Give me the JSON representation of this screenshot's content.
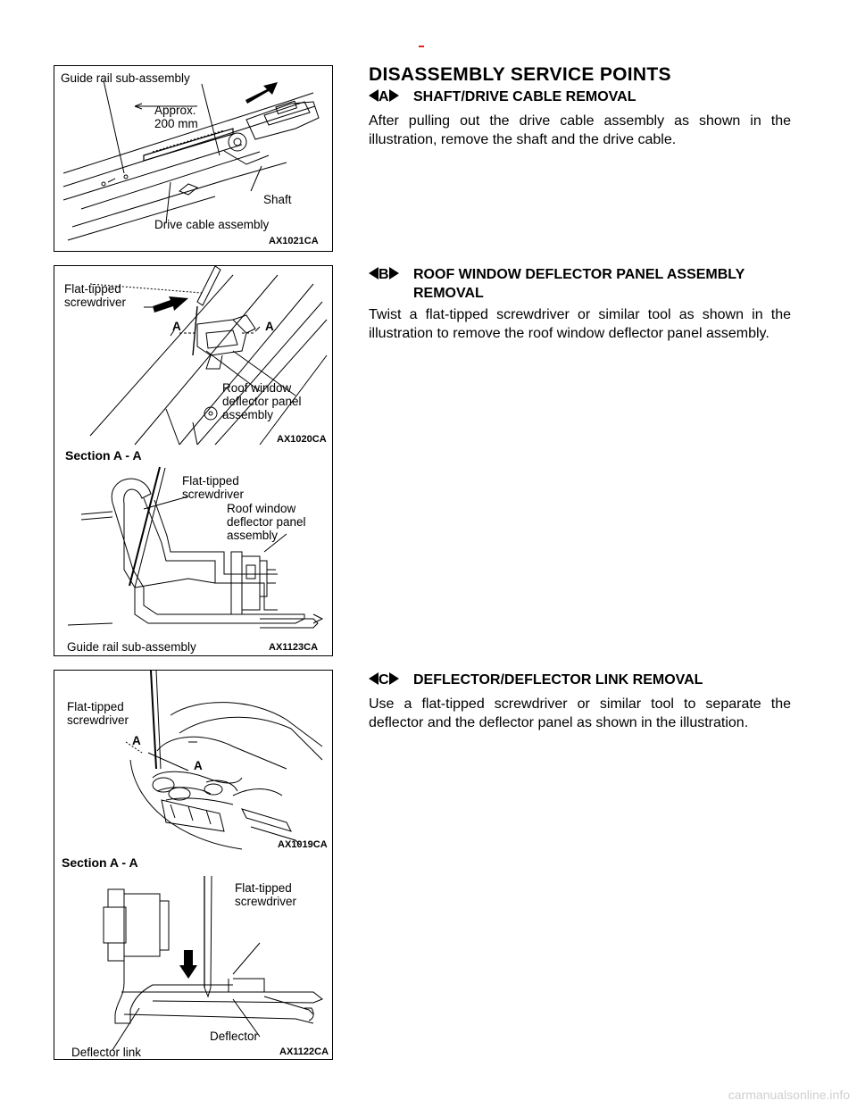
{
  "fig1": {
    "label_guide_rail": "Guide rail sub-assembly",
    "label_approx": "Approx.\n200 mm",
    "label_shaft": "Shaft",
    "label_drive_cable": "Drive cable assembly",
    "code": "AX1021CA"
  },
  "fig2": {
    "label_screwdriver": "Flat-tipped\nscrewdriver",
    "label_a1": "A",
    "label_a2": "A",
    "label_deflector_panel": "Roof window\ndeflector panel\nassembly",
    "code_top": "AX1020CA",
    "section": "Section A - A",
    "label_screwdriver_2": "Flat-tipped\nscrewdriver",
    "label_deflector_panel_2": "Roof window\ndeflector panel\nassembly",
    "label_guide_rail": "Guide rail sub-assembly",
    "code_bottom": "AX1123CA"
  },
  "fig3": {
    "label_screwdriver": "Flat-tipped\nscrewdriver",
    "label_a1": "A",
    "label_a2": "A",
    "code_top": "AX1019CA",
    "section": "Section A - A",
    "label_screwdriver_2": "Flat-tipped\nscrewdriver",
    "label_deflector": "Deflector",
    "label_deflector_link": "Deflector link",
    "code_bottom": "AX1122CA"
  },
  "text": {
    "main_title": "DISASSEMBLY SERVICE POINTS",
    "a_letter": "A",
    "a_title": "SHAFT/DRIVE CABLE REMOVAL",
    "a_body": "After pulling out the drive cable assembly as shown in the illustration, remove the shaft and the drive cable.",
    "b_letter": "B",
    "b_title": "ROOF WINDOW DEFLECTOR PANEL ASSEMBLY REMOVAL",
    "b_body": "Twist a flat-tipped screwdriver or similar tool as shown in the illustration to remove the roof window deflector panel assembly.",
    "c_letter": "C",
    "c_title": "DEFLECTOR/DEFLECTOR LINK REMOVAL",
    "c_body": "Use a flat-tipped screwdriver or similar tool to separate the deflector and the deflector panel as shown in the illustration."
  },
  "footer": "carmanualsonline.info",
  "colors": {
    "top_mark": "#e0221b",
    "footer": "#cfcfcf"
  }
}
